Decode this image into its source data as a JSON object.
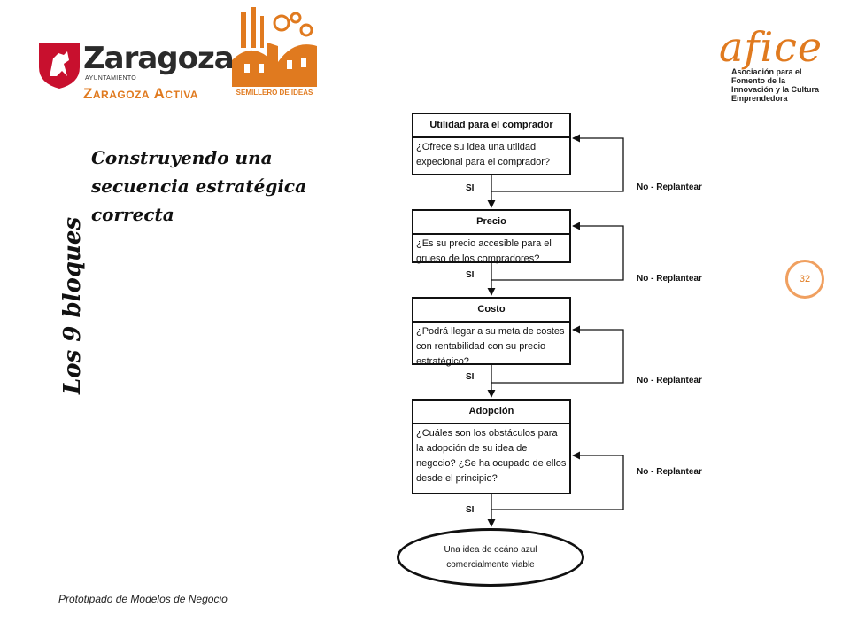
{
  "logos": {
    "zaragoza": {
      "name": "Zaragoza",
      "sub": "AYUNTAMIENTO",
      "activa": "Zaragoza Activa"
    },
    "semillero": {
      "label": "SEMILLERO DE IDEAS"
    },
    "afice": {
      "word": "afice",
      "subtitle": "Asociación para el Fomento de la Innovación y la Cultura Emprendedora"
    }
  },
  "vertical_title": "Los 9 bloques",
  "heading": "Construyendo una secuencia estratégica correcta",
  "footer": "Prototipado de Modelos de Negocio",
  "page_number": "32",
  "flowchart": {
    "steps": [
      {
        "title": "Utilidad para el comprador",
        "question": "¿Ofrece su idea una utlidad expecional para el comprador?",
        "yes": "SI",
        "no": "No - Replantear"
      },
      {
        "title": "Precio",
        "question": "¿Es su precio accesible para el grueso de los compradores?",
        "yes": "SI",
        "no": "No - Replantear"
      },
      {
        "title": "Costo",
        "question": "¿Podrá llegar a su meta de costes con rentabilidad con su precio estratégico?",
        "yes": "SI",
        "no": "No - Replantear"
      },
      {
        "title": "Adopción",
        "question": "¿Cuáles son los obstáculos para la adopción de su idea de negocio? ¿Se ha ocupado de ellos desde el principio?",
        "yes": "SI",
        "no": "No - Replantear"
      }
    ],
    "final": "Una idea de ocáno azul comercialmente viable"
  },
  "colors": {
    "accent": "#e07a1f",
    "zaragoza_red": "#c8102e",
    "ink": "#111111"
  }
}
